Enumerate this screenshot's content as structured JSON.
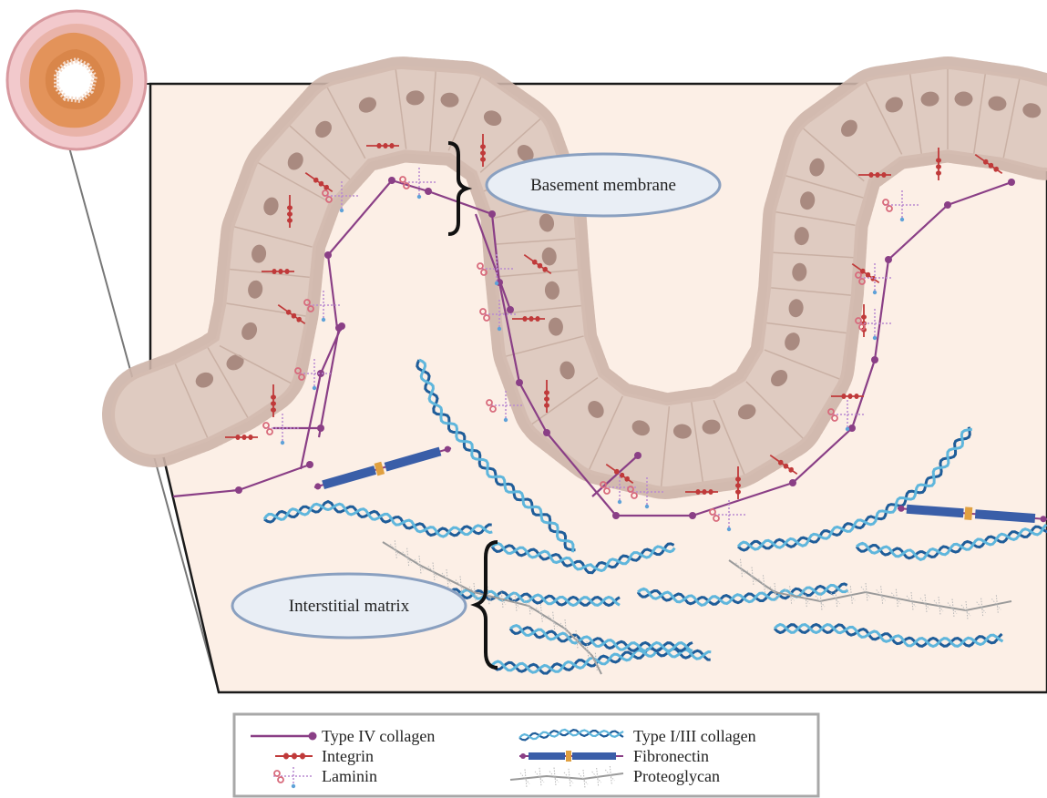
{
  "callouts": {
    "basement_membrane": "Basement membrane",
    "interstitial_matrix": "Interstitial matrix"
  },
  "legend": {
    "type_iv_collagen": "Type IV collagen",
    "integrin": "Integrin",
    "laminin": "Laminin",
    "type_i_iii_collagen": "Type I/III collagen",
    "fibronectin": "Fibronectin",
    "proteoglycan": "Proteoglycan"
  },
  "colors": {
    "tissue_background": "#fcefe6",
    "epithelial_cell": "#dfcbc1",
    "nucleus": "#a98a80",
    "type_iv_collagen": "#8a3f86",
    "integrin": "#c03a3a",
    "laminin_head": "#d86b7c",
    "laminin_arm": "#b98ad0",
    "type_i_iii_dark": "#1f5d99",
    "type_i_iii_light": "#5fb6dc",
    "fibronectin": "#3a5ea8",
    "proteoglycan": "#9a9a9a",
    "callout_fill": "#e9eef5",
    "callout_border": "#8aa0c0"
  }
}
